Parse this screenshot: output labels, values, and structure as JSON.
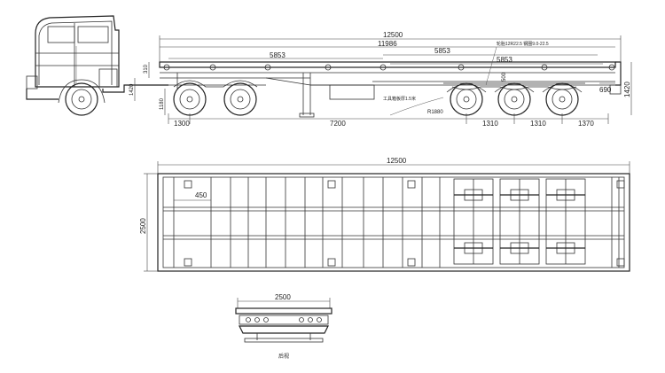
{
  "side_view": {
    "dim_overall_length": "12500",
    "dim_main_frame": "11986",
    "dim_front_span": "5853",
    "dim_rear_span": "5853",
    "dim_rear_span_2": "5853",
    "dim_kingpin_offset": "1300",
    "dim_kingpin_to_axle": "7200",
    "dim_axle_spacing_1": "1310",
    "dim_axle_spacing_2": "1310",
    "dim_rear_overhang": "1370",
    "dim_height_310": "310",
    "dim_height_1420_left": "1420",
    "dim_height_1180": "1180",
    "dim_height_1420_right": "1420",
    "dim_tire_height": "690",
    "dim_leaf_spring": "500",
    "dim_radius": "R1880",
    "note_tire": "轮胎12R22.5 钢圈9.0-22.5",
    "note_toolbox": "工具箱板厚1.5米"
  },
  "plan_view": {
    "dim_length": "12500",
    "dim_width": "2500",
    "dim_crossmember": "450"
  },
  "rear_view": {
    "dim_width": "2500",
    "caption": "后视"
  }
}
